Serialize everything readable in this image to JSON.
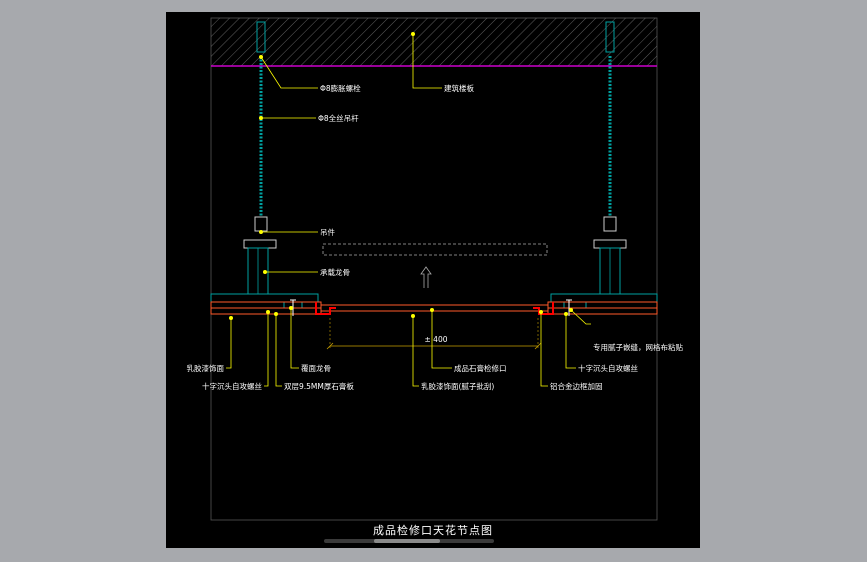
{
  "title": "成品检修口天花节点图",
  "dimension": "± 400",
  "labels": {
    "expansion_bolt": "Φ8膨胀螺栓",
    "building_slab": "建筑楼板",
    "threaded_rod": "Φ8全丝吊杆",
    "hanger": "吊件",
    "main_keel": "承载龙骨",
    "access_board": "成品石膏检修口",
    "tape_mesh": "专用腻子嵌缝，网格布粘贴",
    "latex_paint_left": "乳胶漆饰面",
    "self_tap_left": "十字沉头自攻螺丝",
    "face_keel": "覆面龙骨",
    "gypsum_board": "双层9.5MM厚石膏板",
    "latex_paint_center": "乳胶漆饰面(腻子批刮)",
    "aluminum_frame": "铝合金边框加固",
    "self_tap_right": "十字沉头自攻螺丝"
  },
  "colors": {
    "slab_line": "#cc00cc",
    "leader": "#ffff00",
    "rod": "#00a0a0",
    "board": "#ff5a2a",
    "frame": "#ff0000",
    "dim": "#c8a000"
  }
}
